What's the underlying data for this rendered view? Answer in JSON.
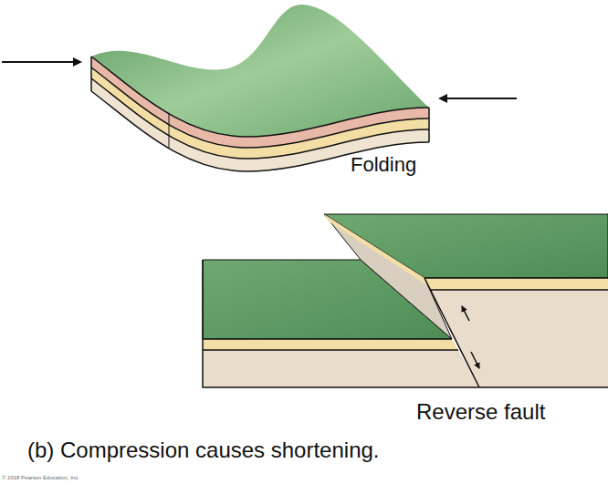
{
  "diagram": {
    "caption": "(b) Compression causes shortening.",
    "labels": [
      "Folding",
      "Reverse fault",
      "© 2018 Pearson Education, Inc."
    ]
  }
}
